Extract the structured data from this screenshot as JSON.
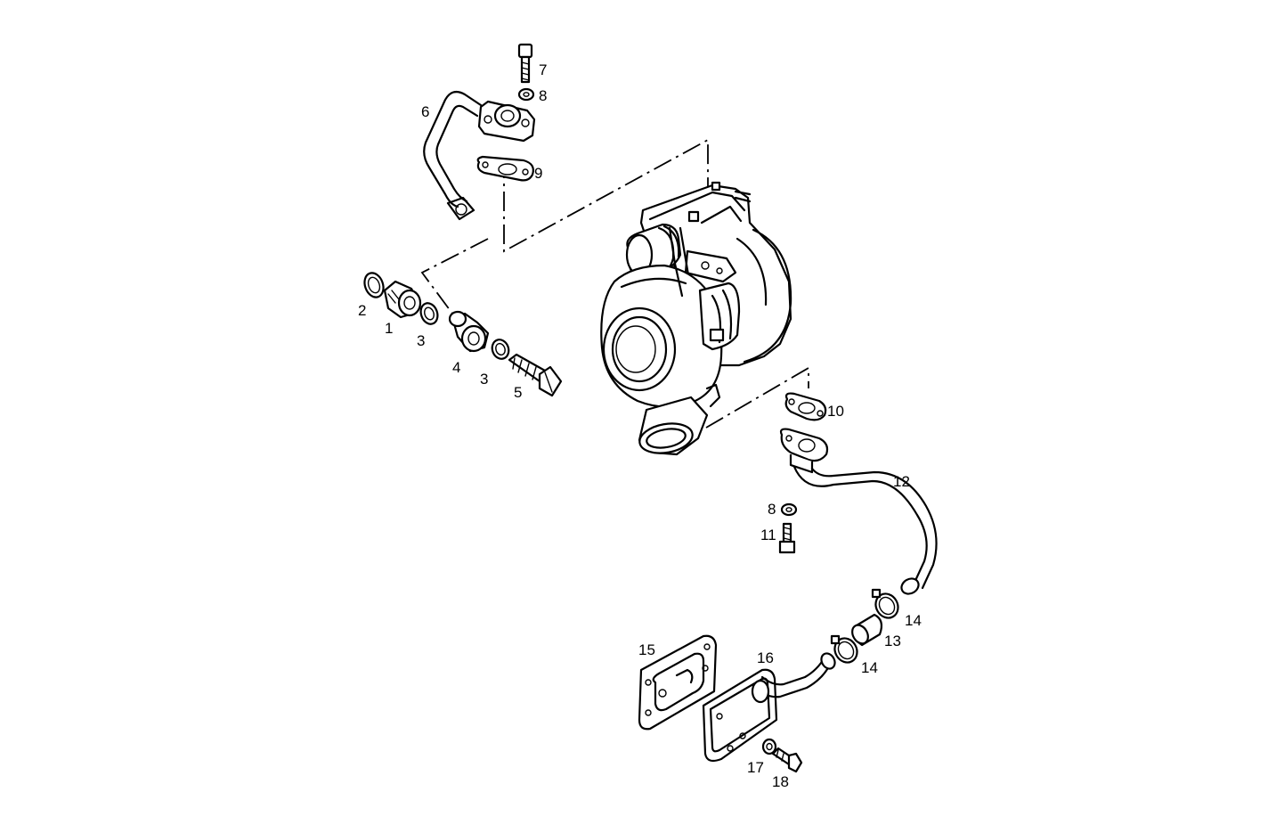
{
  "callouts": [
    {
      "id": "c1",
      "text": "1"
    },
    {
      "id": "c2",
      "text": "2"
    },
    {
      "id": "c3a",
      "text": "3"
    },
    {
      "id": "c3b",
      "text": "3"
    },
    {
      "id": "c4",
      "text": "4"
    },
    {
      "id": "c5",
      "text": "5"
    },
    {
      "id": "c6",
      "text": "6"
    },
    {
      "id": "c7",
      "text": "7"
    },
    {
      "id": "c8a",
      "text": "8"
    },
    {
      "id": "c8b",
      "text": "8"
    },
    {
      "id": "c9",
      "text": "9"
    },
    {
      "id": "c10",
      "text": "10"
    },
    {
      "id": "c11",
      "text": "11"
    },
    {
      "id": "c12",
      "text": "12"
    },
    {
      "id": "c13",
      "text": "13"
    },
    {
      "id": "c14a",
      "text": "14"
    },
    {
      "id": "c14b",
      "text": "14"
    },
    {
      "id": "c15",
      "text": "15"
    },
    {
      "id": "c16",
      "text": "16"
    },
    {
      "id": "c17",
      "text": "17"
    },
    {
      "id": "c18",
      "text": "18"
    }
  ]
}
